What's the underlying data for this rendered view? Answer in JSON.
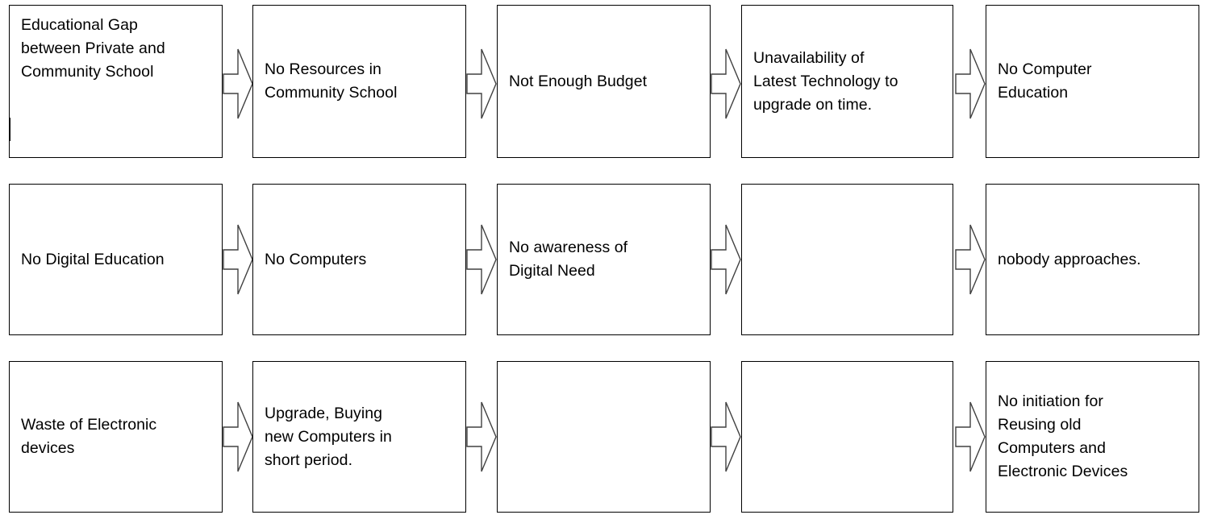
{
  "diagram": {
    "type": "process-flow-grid",
    "title": "",
    "background_color": "#ffffff",
    "border_color": "#000000",
    "text_color": "#000000",
    "arrow_label": "flows-to",
    "rows": [
      {
        "row_name": "educational-gap-chain",
        "boxes": [
          {
            "text": "Educational Gap\nbetween Private and\nCommunity School",
            "empty": false
          },
          {
            "text": "No Resources in\nCommunity School",
            "empty": false
          },
          {
            "text": "Not Enough Budget",
            "empty": false
          },
          {
            "text": "Unavailability of\nLatest Technology to\nupgrade on time.",
            "empty": false
          },
          {
            "text": "No Computer\nEducation",
            "empty": false
          }
        ],
        "arrows": [
          true,
          true,
          true,
          true
        ]
      },
      {
        "row_name": "digital-education-chain",
        "boxes": [
          {
            "text": "No Digital Education",
            "empty": false
          },
          {
            "text": "No Computers",
            "empty": false
          },
          {
            "text": "No awareness of\nDigital Need",
            "empty": false
          },
          {
            "text": "",
            "empty": true
          },
          {
            "text": "nobody approaches.",
            "empty": false
          }
        ],
        "arrows": [
          true,
          true,
          true,
          true
        ]
      },
      {
        "row_name": "electronic-waste-chain",
        "boxes": [
          {
            "text": "Waste of Electronic\ndevices",
            "empty": false
          },
          {
            "text": "Upgrade, Buying\nnew Computers in\nshort period.",
            "empty": false
          },
          {
            "text": "",
            "empty": true
          },
          {
            "text": "",
            "empty": true
          },
          {
            "text": "No initiation for\nReusing old\nComputers and\nElectronic Devices",
            "empty": false
          }
        ],
        "arrows": [
          true,
          true,
          true,
          true
        ]
      }
    ]
  }
}
